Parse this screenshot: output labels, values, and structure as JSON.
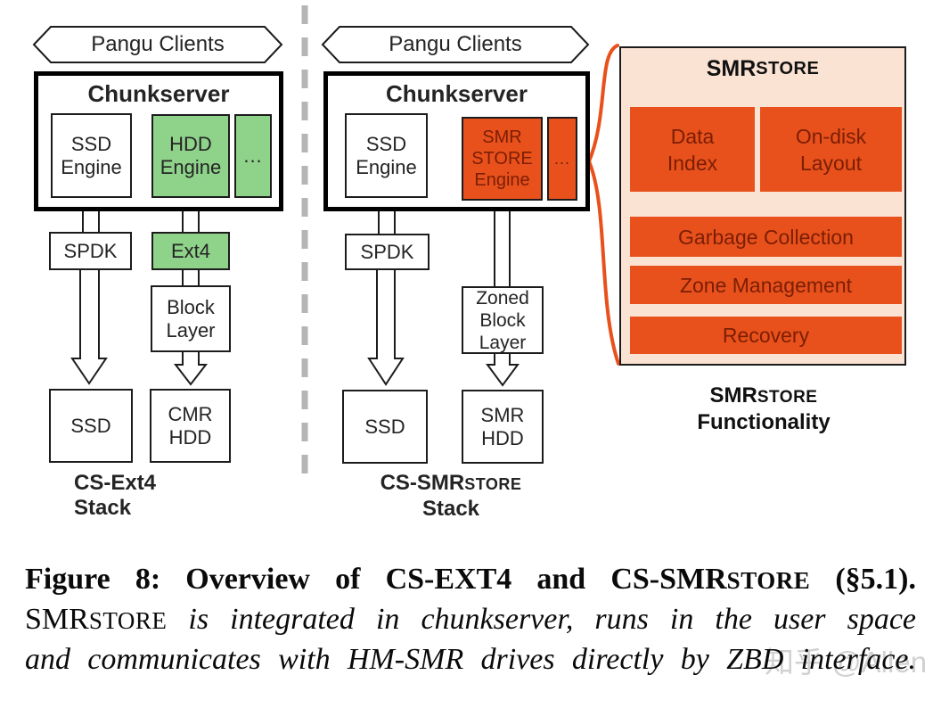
{
  "colors": {
    "green": "#8fd28a",
    "orange": "#e8511c",
    "panel_peach": "#fbe3d4",
    "maroon_text": "#7b1e04",
    "divider_gray": "#b5b5b5",
    "brace_orange": "#e8511c",
    "watermark_gray": "#c9c9c9"
  },
  "left_stack": {
    "banner": "Pangu Clients",
    "chunkserver": "Chunkserver",
    "ssd_engine": [
      "SSD",
      "Engine"
    ],
    "hdd_engine": [
      "HDD",
      "Engine"
    ],
    "dots": "...",
    "spdk": "SPDK",
    "ext4": "Ext4",
    "block_layer": [
      "Block",
      "Layer"
    ],
    "ssd": "SSD",
    "cmr_hdd": [
      "CMR",
      "HDD"
    ],
    "stack_label": [
      "CS-Ext4",
      "Stack"
    ]
  },
  "middle_stack": {
    "banner": "Pangu Clients",
    "chunkserver": "Chunkserver",
    "ssd_engine": [
      "SSD",
      "Engine"
    ],
    "smr_store_engine": [
      "SMR",
      "STORE",
      "Engine"
    ],
    "dots": "...",
    "spdk": "SPDK",
    "zoned_block_layer": [
      "Zoned",
      "Block",
      "Layer"
    ],
    "ssd": "SSD",
    "smr_hdd": [
      "SMR",
      "HDD"
    ],
    "stack_label_main": "CS-SMR",
    "stack_label_smallcaps": "STORE",
    "stack_label_line2": "Stack"
  },
  "functionality_panel": {
    "title_main": "SMR",
    "title_smallcaps": "STORE",
    "data_index": [
      "Data",
      "Index"
    ],
    "on_disk_layout": [
      "On-disk",
      "Layout"
    ],
    "garbage_collection": "Garbage Collection",
    "zone_management": "Zone Management",
    "recovery": "Recovery",
    "label_main": "SMR",
    "label_smallcaps": "STORE",
    "label_line2": "Functionality"
  },
  "caption": {
    "l1a": "Figure 8:  Overview of CS-EXT4 and CS-SMR",
    "l1b": "STORE",
    "l1c": " (§5.1).",
    "l2a": "SMR",
    "l2b": "STORE",
    "l2c": " is integrated in chunkserver, runs in the user space",
    "l3": "and communicates with HM-SMR drives directly by ZBD interface."
  },
  "watermark": "知乎 @Allen"
}
